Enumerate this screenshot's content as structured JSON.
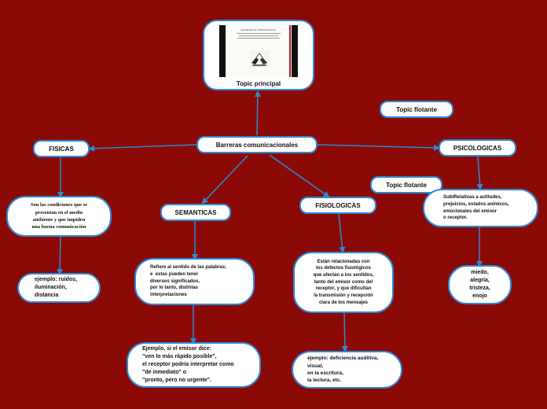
{
  "colors": {
    "background": "#8b0a05",
    "node_fill": "#ffffff",
    "border": "#2f88d6",
    "connector": "#2f88d6"
  },
  "central": {
    "label": "Barreras comunicacionales"
  },
  "topic_principal": {
    "label": "Topic principal",
    "slide_title": "BARRERAS PERSONALES",
    "slide_icon": "hands-image-icon"
  },
  "floating_topics": [
    "Topic flotante",
    "Topic flotante"
  ],
  "branches": {
    "fisicas": {
      "label": "FISICAS",
      "description": "Son las condiciones que se\npresentan en el medio\nambiente y que impiden\nuna buena comunicación",
      "example": "ejemplo: ruidos,\niluminación,\ndistancia"
    },
    "semanticas": {
      "label": "SEMANTICAS",
      "description": "Refiere al sentido de las palabras;\ne  estas pueden tener\ndiversos significados,\npor lo tanto, distintas\ninterpretaciones",
      "example": "Ejemplo, si el emisor dice:\n\"ven lo más rápido posible\",\nel receptor podría interpretar como\n\"de inmediato\" o\n\"pronto, pero no urgente\"."
    },
    "fisiologicas": {
      "label": "FISIOLOGICAS",
      "description": "Están relacionadas con\nlos defectos fisiológicos\nque afectan a los sentidos,\ntanto del emisor como del\nreceptor, y que dificultan\nla transmisión y recepción\nclara de los mensajes",
      "example": "ejemplo: deficiencia auditiva,\nvisual,\nen la escritura,\nla lectura, etc."
    },
    "psicologicas": {
      "label": "PSICOLOGICAS",
      "description": "SubtRelativas a actitudes,\nprejuicios, estados anímicos,\nemocionales del emisor\no receptor.",
      "example": "miedo,\nalegría,\ntristeza,\nenojo"
    }
  }
}
